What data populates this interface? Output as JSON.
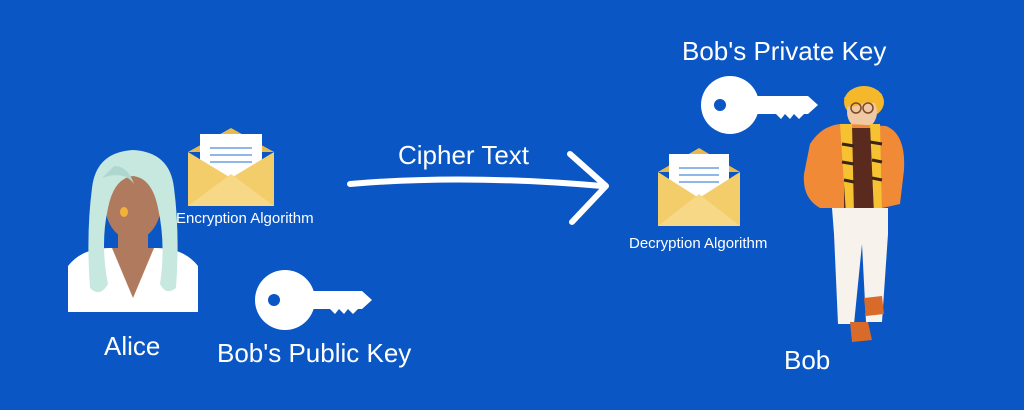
{
  "diagram": {
    "title": "",
    "colors": {
      "background": "#0a56c4",
      "text": "#ffffff",
      "envelope": "#f3cd6a",
      "key": "#ffffff"
    },
    "labels": {
      "alice": "Alice",
      "bob": "Bob",
      "encryption": "Encryption Algorithm",
      "decryption": "Decryption Algorithm",
      "cipher_text": "Cipher Text",
      "public_key": "Bob's Public Key",
      "private_key": "Bob's Private Key"
    },
    "icons": {
      "alice": "woman-avatar-icon",
      "bob": "man-avatar-icon",
      "envelope": "open-envelope-icon",
      "key": "key-icon",
      "arrow": "right-arrow-icon"
    }
  }
}
